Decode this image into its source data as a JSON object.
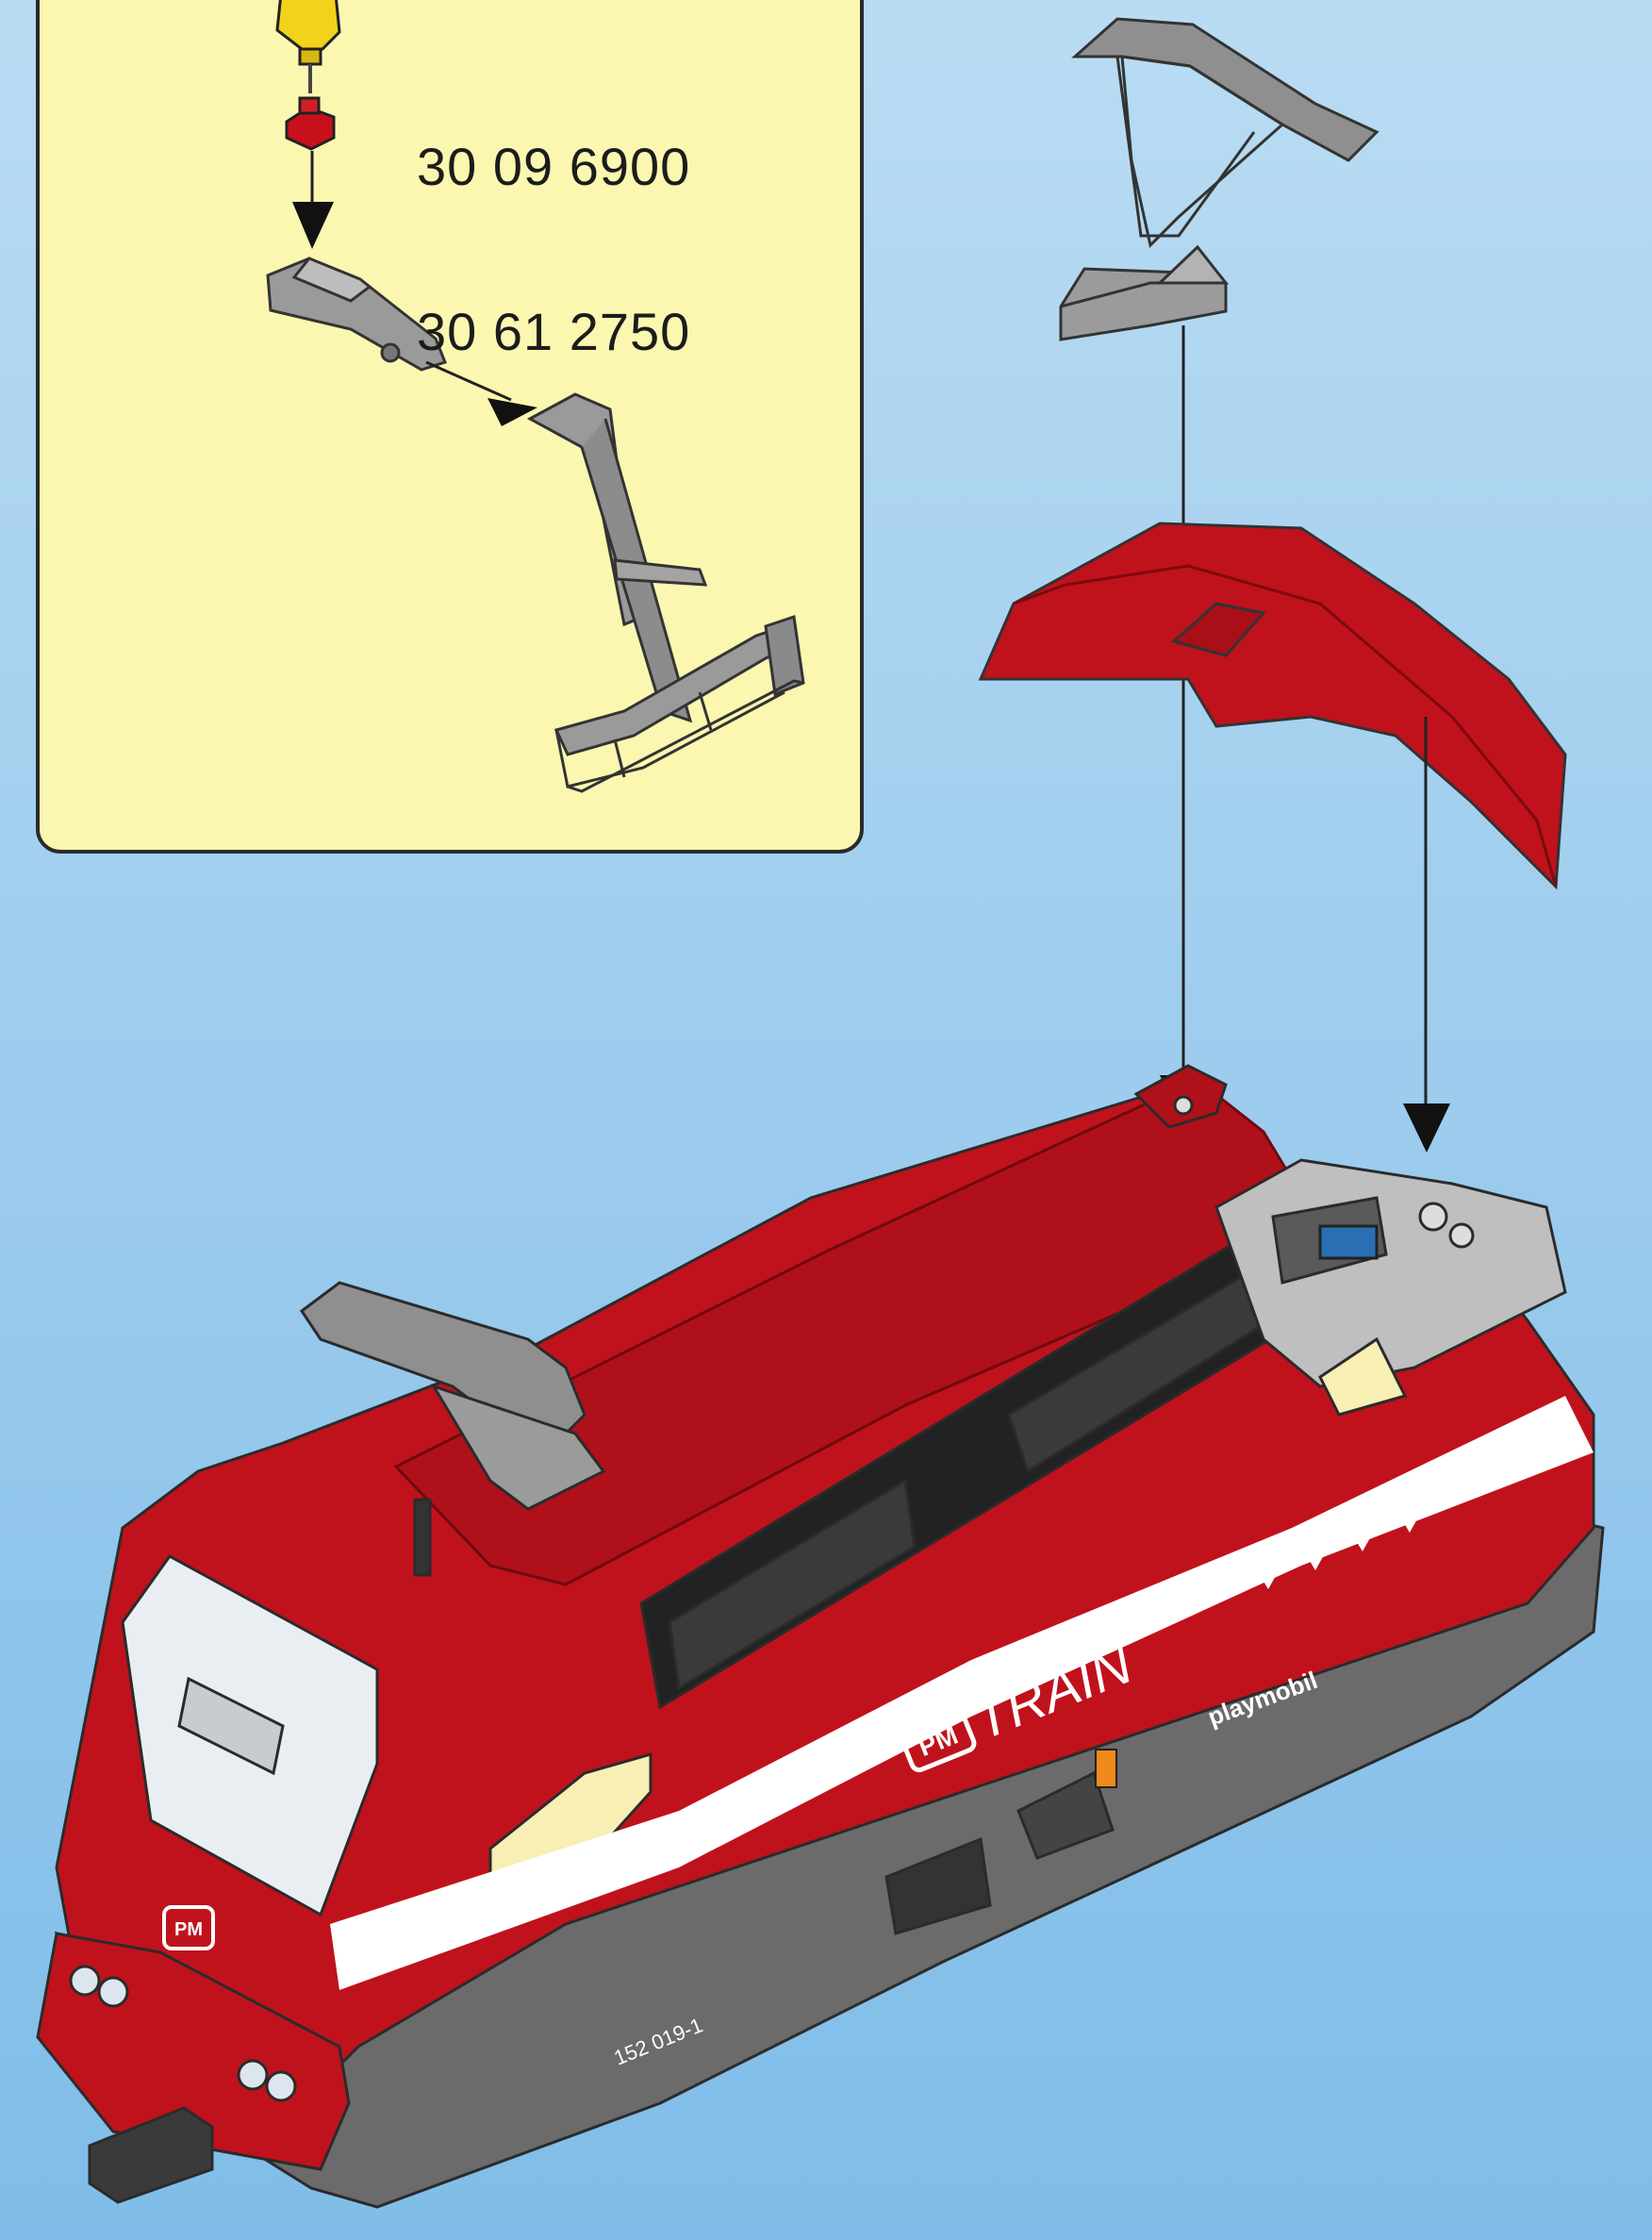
{
  "inset": {
    "part_number_1": "30 09 6900",
    "part_number_2": "30 61 2750"
  },
  "train": {
    "brand_badge": "PM",
    "name": "TRAIN",
    "number": "152 019-1",
    "logo_text": "playmobil",
    "front_badge": "PM",
    "body_color": "#c0121c",
    "stripe_color": "#ffffff",
    "underbody_color": "#6b6b6b"
  },
  "colors": {
    "background": "#9fcdee",
    "inset_background": "#fbf7b0",
    "pantograph": "#8a8a8a",
    "roof_cover": "#c0121c",
    "connector": "#f2d21a"
  }
}
